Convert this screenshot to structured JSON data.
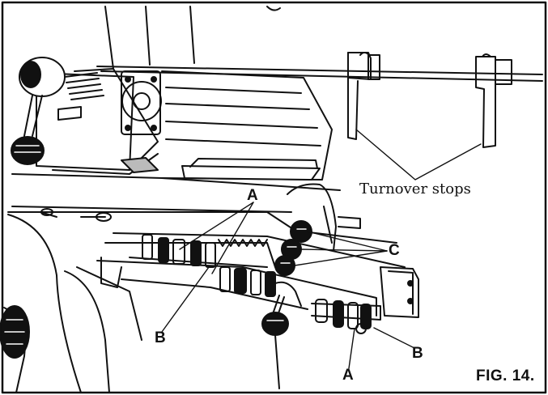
{
  "figure": {
    "number_label": "FIG. 14.",
    "callouts": {
      "turnover_stops": "Turnover stops",
      "a_upper": "A",
      "a_lower": "A",
      "b_left": "B",
      "b_right": "B",
      "c": "C"
    }
  },
  "colors": {
    "ink": "#111111",
    "paper": "#ffffff",
    "shade": "#9a9a9a"
  }
}
